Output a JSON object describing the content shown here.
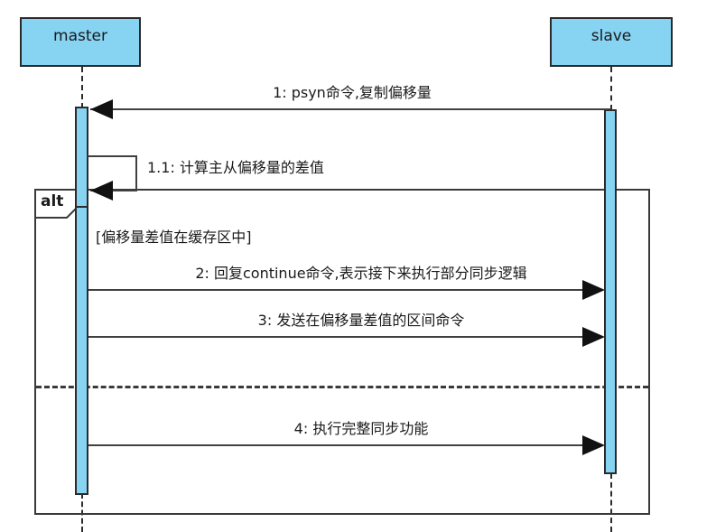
{
  "diagram": {
    "type": "uml-sequence-diagram",
    "colors": {
      "lifeline_fill": "#87d3f2",
      "lifeline_border": "#2b2b2b",
      "message_line": "#404040",
      "frame_border": "#3a3a3a",
      "text": "#1a1a1a",
      "background": "#ffffff"
    },
    "participants": [
      {
        "id": "master",
        "label": "master"
      },
      {
        "id": "slave",
        "label": "slave"
      }
    ],
    "fragment": {
      "operator": "alt",
      "guard": "[偏移量差值在缓存区中]"
    },
    "messages": [
      {
        "seq": "1",
        "label": "1: psyn命令,复制偏移量",
        "from": "slave",
        "to": "master",
        "direction": "left"
      },
      {
        "seq": "1.1",
        "label": "1.1: 计算主从偏移量的差值",
        "from": "master",
        "to": "master",
        "direction": "self"
      },
      {
        "seq": "2",
        "label": "2: 回复continue命令,表示接下来执行部分同步逻辑",
        "from": "master",
        "to": "slave",
        "direction": "right"
      },
      {
        "seq": "3",
        "label": "3: 发送在偏移量差值的区间命令",
        "from": "master",
        "to": "slave",
        "direction": "right"
      },
      {
        "seq": "4",
        "label": "4: 执行完整同步功能",
        "from": "master",
        "to": "slave",
        "direction": "right"
      }
    ]
  }
}
